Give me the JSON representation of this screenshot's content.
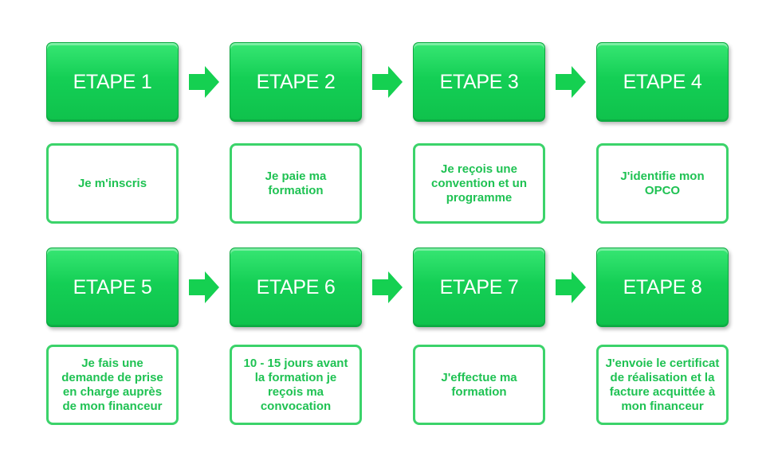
{
  "colors": {
    "step_fill": "#14cf55",
    "desc_border": "#3bd36a",
    "desc_text": "#1fc253",
    "arrow": "#15d051"
  },
  "steps": [
    {
      "label": "ETAPE 1",
      "text": "Je m'inscris"
    },
    {
      "label": "ETAPE 2",
      "text": "Je paie ma formation"
    },
    {
      "label": "ETAPE 3",
      "text": "Je reçois une convention et un programme"
    },
    {
      "label": "ETAPE 4",
      "text": "J'identifie mon OPCO"
    },
    {
      "label": "ETAPE 5",
      "text": "Je fais une demande de prise en charge auprès de mon financeur"
    },
    {
      "label": "ETAPE 6",
      "text": "10 - 15 jours avant la formation je reçois ma convocation"
    },
    {
      "label": "ETAPE 7",
      "text": "J'effectue ma formation"
    },
    {
      "label": "ETAPE 8",
      "text": "J'envoie le certificat de réalisation et la facture acquittée à mon financeur"
    }
  ]
}
